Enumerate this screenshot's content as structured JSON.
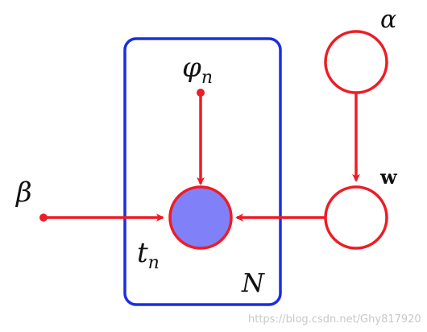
{
  "labels": {
    "phi_symbol": "φ",
    "phi_subscript": "n",
    "alpha": "α",
    "beta": "β",
    "w": "w",
    "t_symbol": "t",
    "t_subscript": "n",
    "plate": "N"
  },
  "watermark": "https://blog.csdn.net/Ghy817920",
  "colors": {
    "plate": "#1a2ee6",
    "edge": "#ee1c25",
    "observed_fill": "#8080f8",
    "node_fill": "#ffffff",
    "text": "#111111"
  }
}
